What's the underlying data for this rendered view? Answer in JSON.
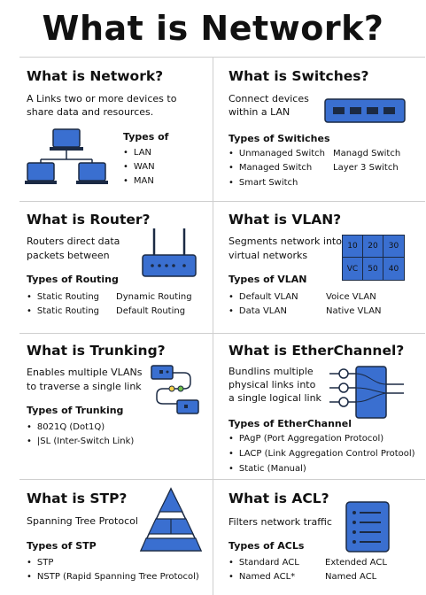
{
  "title": "What is Network?",
  "network": {
    "heading": "What is Network?",
    "desc_1": "A Links two or more devices to",
    "desc_2": "share data and resources.",
    "types_heading": "Types of",
    "types": [
      "LAN",
      "WAN",
      "MAN"
    ]
  },
  "switches": {
    "heading": "What is Switches?",
    "desc_1": "Connect devices",
    "desc_2": "within a LAN",
    "types_heading": "Types of Switiches",
    "types_left": [
      "Unmanaged Switch",
      "Managed Switch",
      "Smart Switch"
    ],
    "types_right": [
      "Managd Switch",
      "Layer 3 Switch"
    ]
  },
  "router": {
    "heading": "What is Router?",
    "desc_1": "Routers direct data",
    "desc_2": "packets between",
    "types_heading": "Types of Routing",
    "types_left": [
      "Static Routing",
      "Static Routing"
    ],
    "types_right": [
      "Dynamic Routing",
      "Default Routing"
    ]
  },
  "vlan": {
    "heading": "What is VLAN?",
    "desc_1": "Segments network into",
    "desc_2": "virtual networks",
    "grid_labels": [
      "10",
      "20",
      "30",
      "VC",
      "50",
      "40"
    ],
    "types_heading": "Types of VLAN",
    "types_left": [
      "Default VLAN",
      "Data VLAN"
    ],
    "types_right": [
      "Voice VLAN",
      "Native VLAN"
    ]
  },
  "trunking": {
    "heading": "What is Trunking?",
    "desc_1": "Enables multiple VLANs",
    "desc_2": "to traverse a single link",
    "types_heading": "Types of Trunking",
    "types": [
      "8021Q (Dot1Q)",
      "|SL (Inter-Switch Link)"
    ]
  },
  "etherchannel": {
    "heading": "What is EtherChannel?",
    "desc_1": "Bundlins multiple",
    "desc_2": "physical links into",
    "desc_3": "a single logical link",
    "types_heading": "Types of EtherChannel",
    "types": [
      "PAgP (Port Aggregation Protocol)",
      "LACP (Link Aggregation Control Protool)",
      "Static (Manual)"
    ]
  },
  "stp": {
    "heading": "What is STP?",
    "desc_1": "Spanning Tree Protocol",
    "types_heading": "Types of STP",
    "types": [
      "STP",
      "NSTP (Rapid Spanning Tree Protocol)"
    ]
  },
  "acl": {
    "heading": "What is ACL?",
    "desc_1": "Filters network traffic",
    "types_heading": "Types of ACLs",
    "types_left": [
      "Standard ACL",
      "Named ACL*"
    ],
    "types_right": [
      "Extended ACL",
      "Named ACL"
    ]
  },
  "colors": {
    "accent": "#3a6fd0",
    "dark": "#1b2a44",
    "divider": "#cfcfcf"
  }
}
